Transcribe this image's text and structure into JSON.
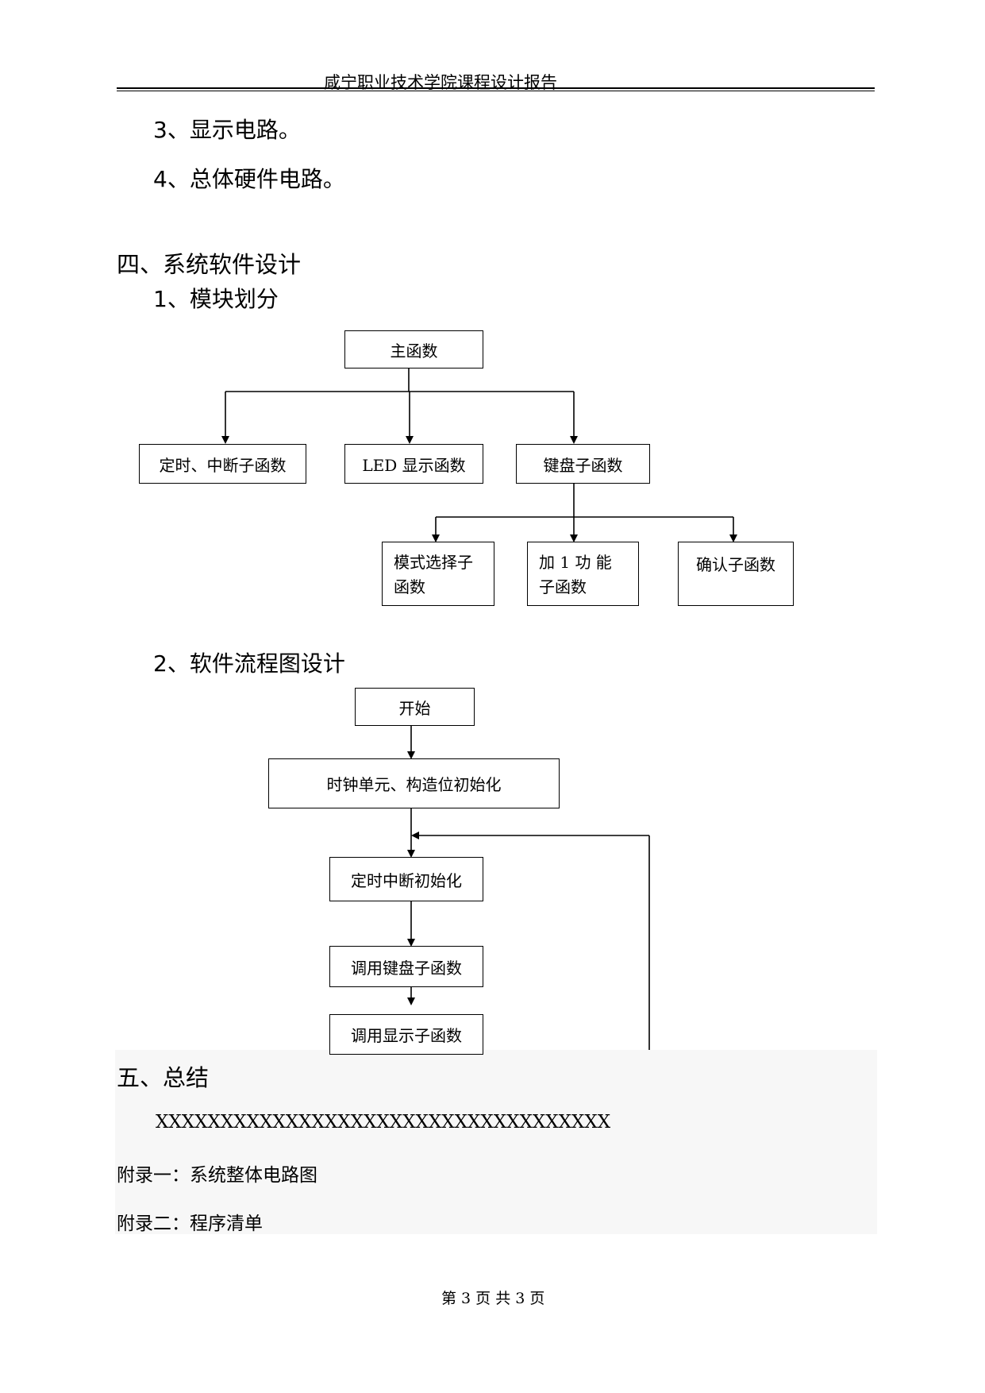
{
  "header": {
    "title": "咸宁职业技术学院课程设计报告"
  },
  "content": {
    "item3": "3、显示电路。",
    "item4": "4、总体硬件电路。",
    "section4_title": "四、系统软件设计",
    "sub1_title": "1、模块划分",
    "sub2_title": "2、软件流程图设计",
    "section5_title": "五、总结",
    "summary_text": "XXXXXXXXXXXXXXXXXXXXXXXXXXXXXXXXXXX",
    "appendix1": "附录一：系统整体电路图",
    "appendix2": "附录二：程序清单"
  },
  "module_diagram": {
    "main": "主函数",
    "timer_interrupt": "定时、中断子函数",
    "led_display": "LED 显示函数",
    "keyboard": "键盘子函数",
    "mode_select": "模式选择子函数",
    "add_one": "加 1 功 能子函数",
    "confirm": "确认子函数"
  },
  "flowchart": {
    "start": "开始",
    "init_clock": "时钟单元、构造位初始化",
    "timer_init": "定时中断初始化",
    "call_keyboard": "调用键盘子函数",
    "call_display": "调用显示子函数"
  },
  "footer": {
    "page_label": "第 3 页 共 3 页"
  }
}
